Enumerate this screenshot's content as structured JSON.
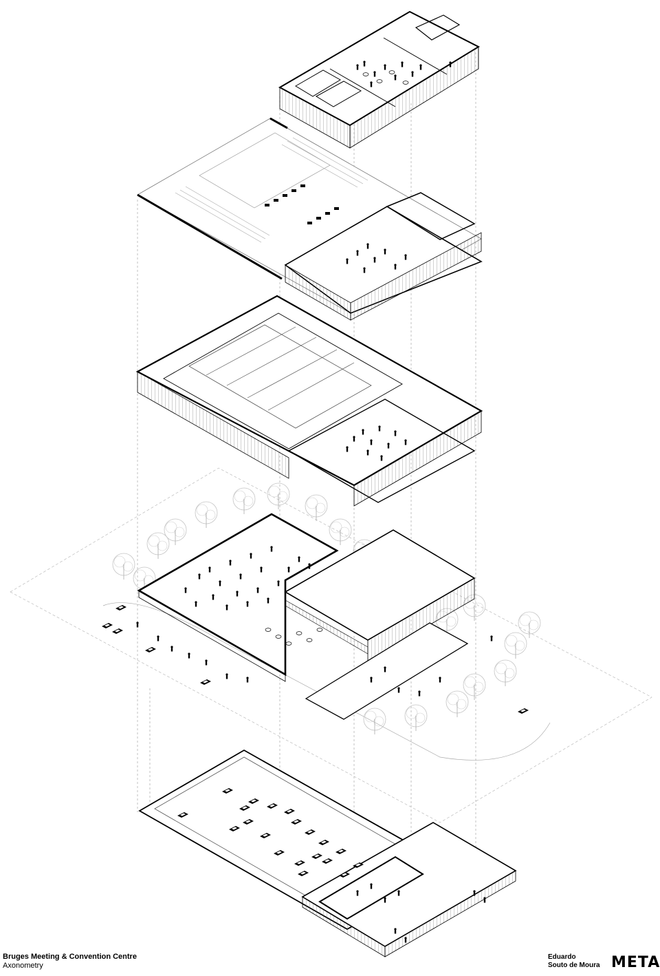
{
  "caption": {
    "title": "Bruges Meeting & Convention Centre",
    "subtitle": "Axonometry"
  },
  "author": {
    "line1": "Eduardo",
    "line2": "Souto de Moura"
  },
  "logo": {
    "text": "META"
  },
  "colors": {
    "line": "#000000",
    "thin_line": "#555555",
    "tree": "#bdbdbd",
    "background": "#ffffff"
  },
  "icons": [
    "tree-icon",
    "car-icon",
    "person-icon",
    "table-icon"
  ]
}
